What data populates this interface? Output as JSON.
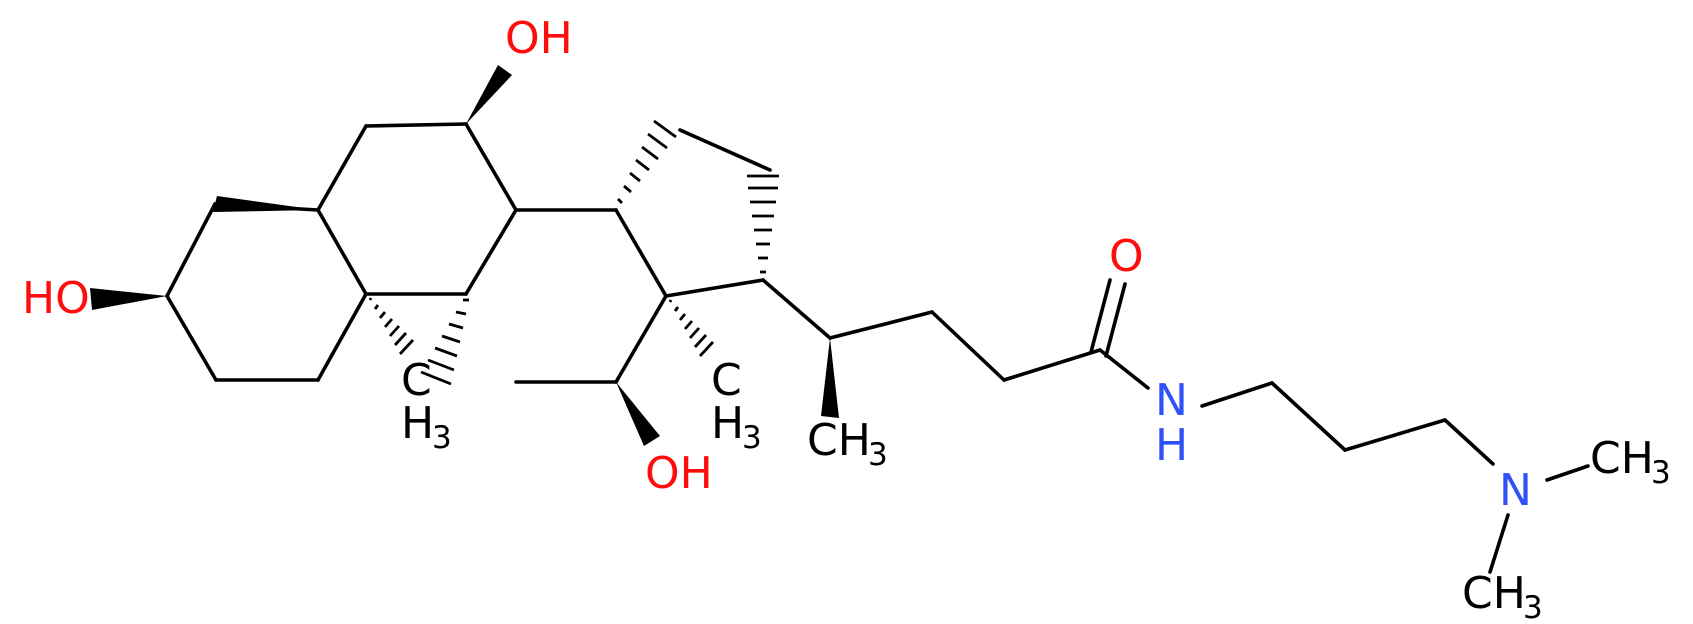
{
  "molecule": {
    "labels": {
      "oh_top": "OH",
      "oh_left": "HO",
      "oh_bottom": "OH",
      "me_c10_main": "C",
      "me_c10_sub": "H",
      "me_c10_sub2": "3",
      "me_c13_main": "C",
      "me_c13_sub": "H",
      "me_c13_sub2": "3",
      "me_c20_main": "CH",
      "me_c20_sub": "3",
      "carbonyl_o": "O",
      "amide_n": "N",
      "amide_h": "H",
      "amine_n": "N",
      "nme1_main": "CH",
      "nme1_sub": "3",
      "nme2_main": "CH",
      "nme2_sub": "3"
    },
    "colors": {
      "oxygen": "#ff0d0d",
      "nitrogen": "#3050f8",
      "carbon": "#000000"
    }
  }
}
